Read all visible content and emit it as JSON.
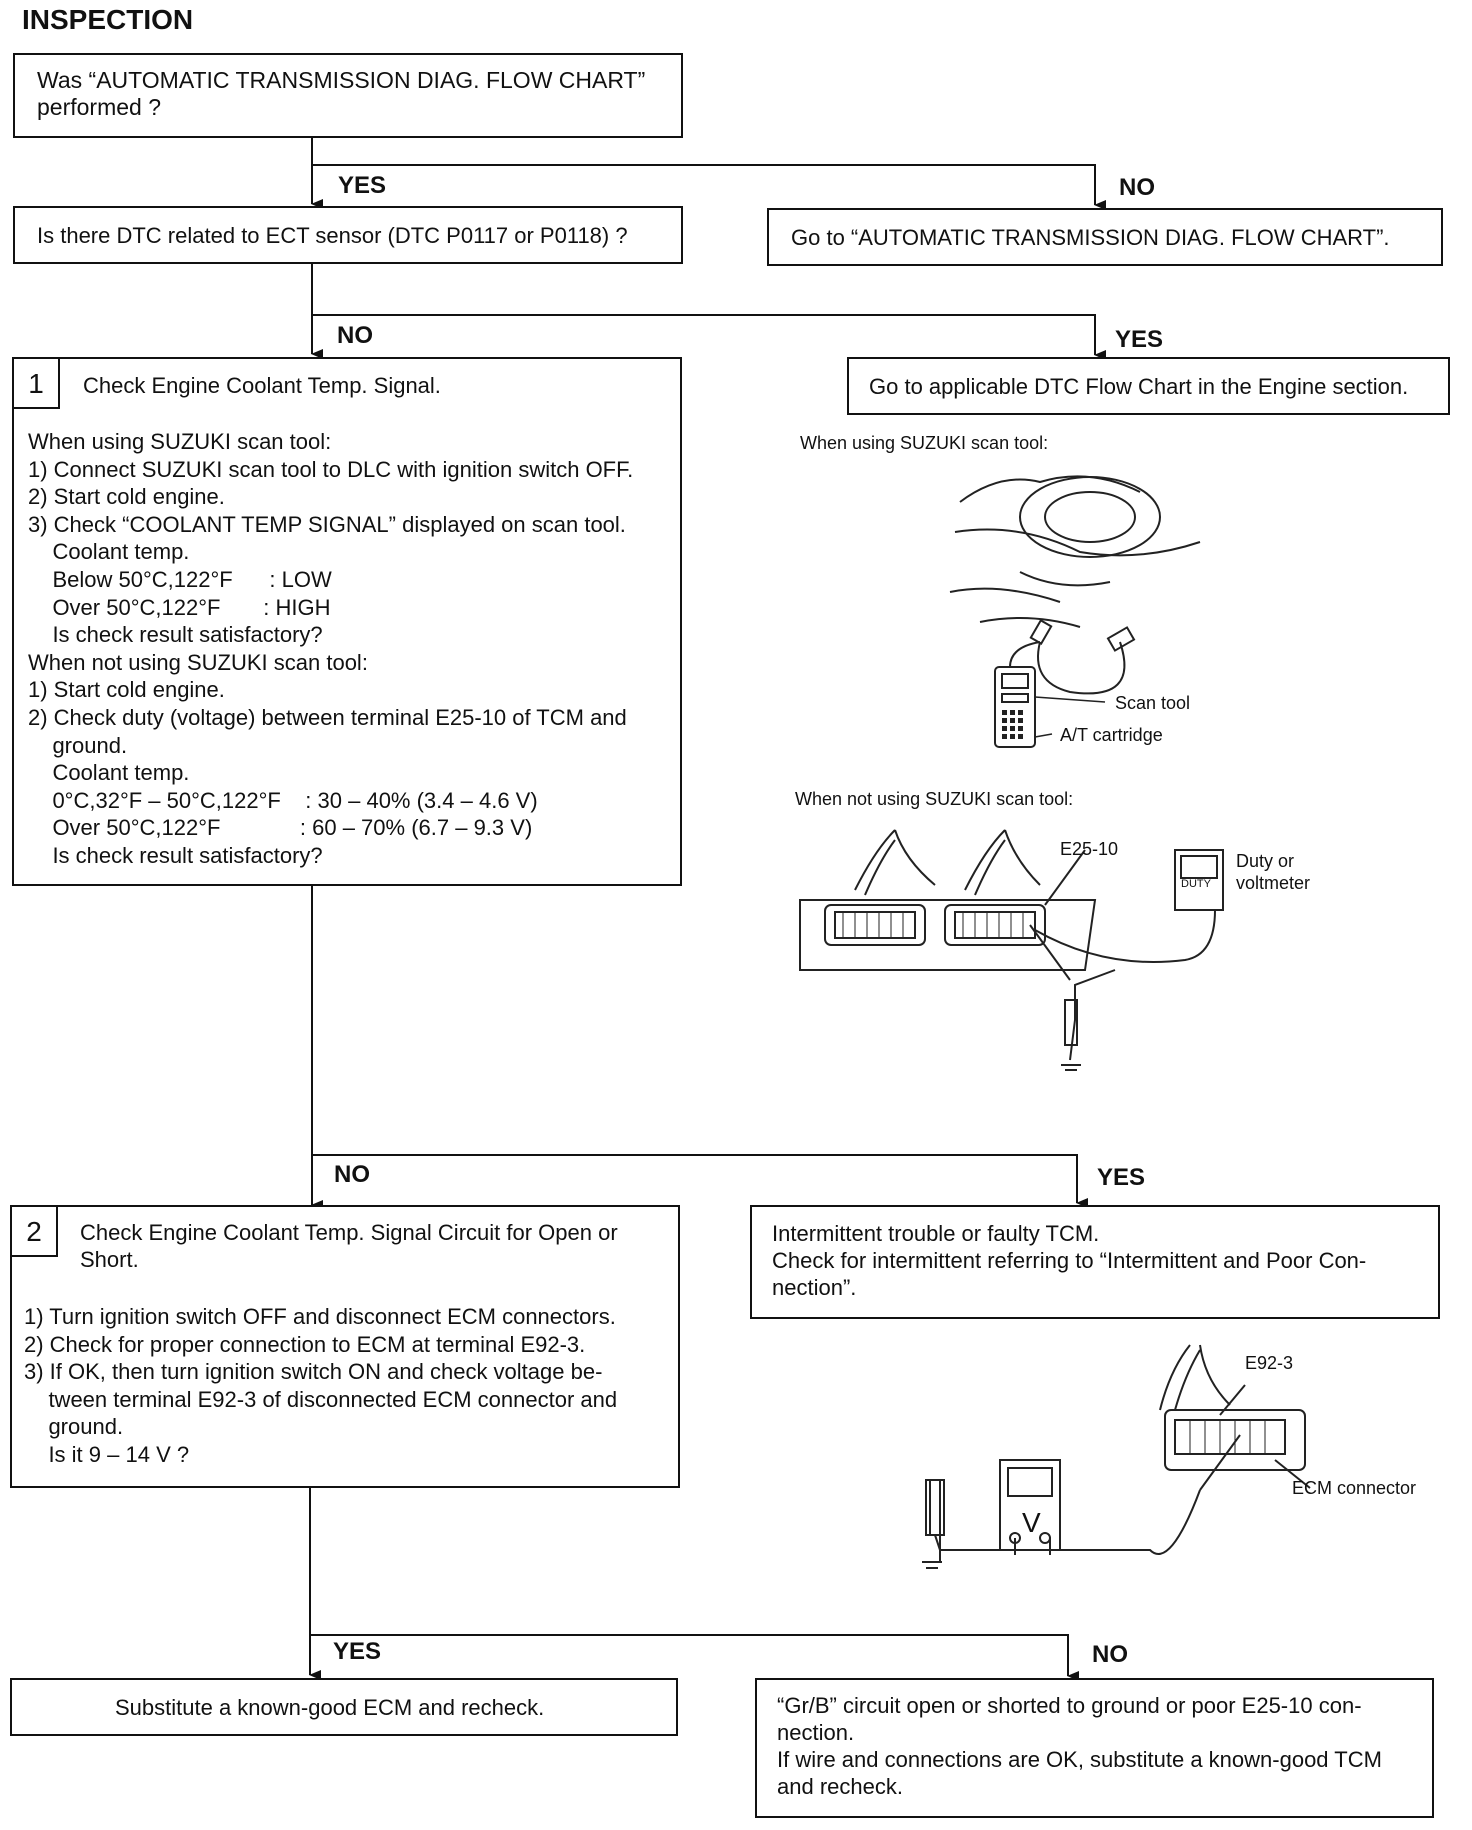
{
  "heading": "INSPECTION",
  "q_performed": "Was “AUTOMATIC TRANSMISSION DIAG. FLOW CHART”\nperformed ?",
  "q_dtc": "Is there DTC related to ECT sensor (DTC P0117 or P0118) ?",
  "goto_flowchart": "Go to “AUTOMATIC TRANSMISSION DIAG. FLOW CHART”.",
  "goto_dtc": "Go to applicable DTC Flow Chart in the Engine section.",
  "labels": {
    "yes": "YES",
    "no": "NO"
  },
  "step1": {
    "number": "1",
    "title": "Check Engine Coolant Temp. Signal.",
    "body": "When using SUZUKI scan tool:\n1) Connect SUZUKI scan tool to DLC with ignition switch OFF.\n2) Start cold engine.\n3) Check “COOLANT TEMP SIGNAL” displayed on scan tool.\n    Coolant temp.\n    Below 50°C,122°F      : LOW\n    Over 50°C,122°F       : HIGH\n    Is check result satisfactory?\nWhen not using SUZUKI scan tool:\n1) Start cold engine.\n2) Check duty (voltage) between terminal E25-10 of TCM and\n    ground.\n    Coolant temp.\n    0°C,32°F – 50°C,122°F    : 30 – 40% (3.4 – 4.6 V)\n    Over 50°C,122°F             : 60 – 70% (6.7 – 9.3 V)\n    Is check result satisfactory?"
  },
  "fig1": {
    "caption_scan": "When using SUZUKI scan tool:",
    "scan_tool": "Scan tool",
    "at_cartridge": "A/T cartridge",
    "caption_noscan": "When not using SUZUKI scan tool:",
    "terminal": "E25-10",
    "meter": "Duty or\nvoltmeter",
    "duty": "DUTY"
  },
  "step2": {
    "number": "2",
    "title": "Check Engine Coolant Temp. Signal Circuit for Open or\nShort.",
    "body": "1) Turn ignition switch OFF and disconnect ECM connectors.\n2) Check for proper connection to ECM at terminal E92-3.\n3) If OK, then turn ignition switch ON and check voltage be-\n    tween terminal E92-3 of disconnected ECM connector and\n    ground.\n    Is it 9 – 14 V ?"
  },
  "intermittent": "Intermittent trouble or faulty TCM.\nCheck for intermittent referring to “Intermittent and Poor Con-\nnection”.",
  "fig2": {
    "terminal": "E92-3",
    "connector": "ECM connector",
    "v": "V"
  },
  "substitute_ecm": "Substitute a known-good ECM and recheck.",
  "grb": "“Gr/B” circuit open or shorted to ground or poor E25-10 con-\nnection.\nIf wire and connections are OK, substitute a known-good TCM\nand recheck."
}
